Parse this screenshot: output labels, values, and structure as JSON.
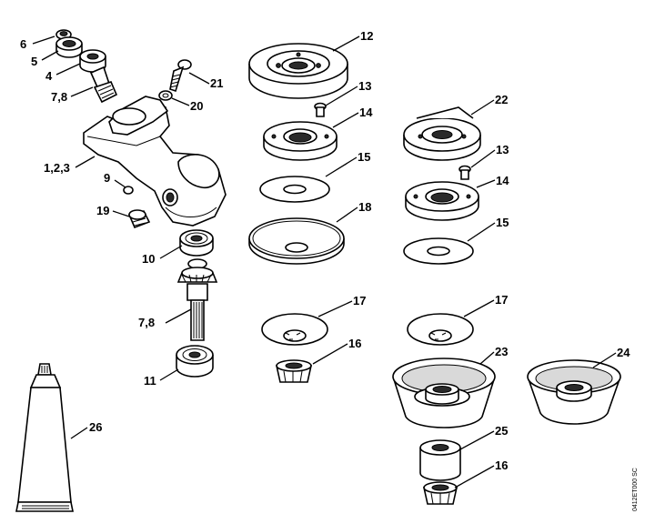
{
  "callouts": [
    "6",
    "5",
    "4",
    "7,8",
    "1,2,3",
    "9",
    "19",
    "10",
    "7,8",
    "11",
    "21",
    "20",
    "12",
    "13",
    "14",
    "15",
    "18",
    "17",
    "16",
    "22",
    "13",
    "14",
    "15",
    "17",
    "23",
    "24",
    "25",
    "16",
    "26"
  ],
  "document_code": "0412ET000 SC"
}
